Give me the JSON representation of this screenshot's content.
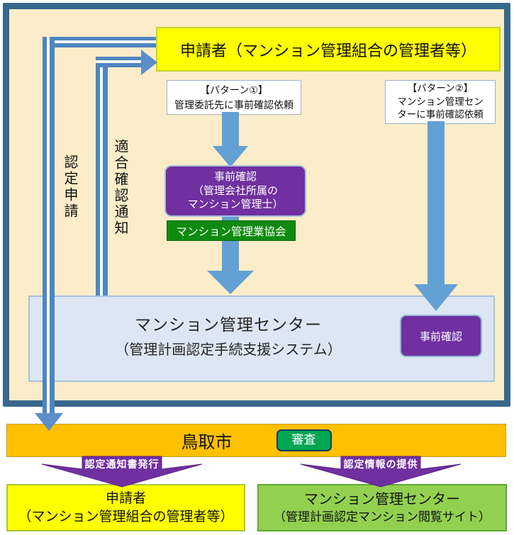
{
  "diagram": {
    "applicant_top": "申請者（マンション管理組合の管理者等）",
    "pattern1": {
      "title": "【パターン①】",
      "desc": "管理委託先に事前確認依頼"
    },
    "pattern2": {
      "title": "【パターン②】",
      "desc1": "マンション管理セン",
      "desc2": "ターに事前確認依頼"
    },
    "precheck_company": {
      "line1": "事前確認",
      "line2": "（管理会社所属の",
      "line3": "マンション管理士）"
    },
    "association": "マンション管理業協会",
    "center": {
      "title": "マンション管理センター",
      "subtitle": "（管理計画認定手続支援システム）",
      "precheck": "事前確認"
    },
    "flow_labels": {
      "application": "認定申請",
      "conformity_notice": "適合確認通知"
    }
  },
  "city": {
    "name": "鳥取市",
    "review": "審査"
  },
  "outputs": {
    "notice_arrow": "認定通知書発行",
    "info_arrow": "認定情報の提供",
    "applicant_bottom": {
      "line1": "申請者",
      "line2": "（マンション管理組合の管理者等）"
    },
    "center_bottom": {
      "line1": "マンション管理センター",
      "line2": "（管理計画認定マンション閲覧サイト）"
    }
  },
  "colors": {
    "frame_border": "#38688C",
    "frame_fill": "#FBEDC9",
    "highlight_yellow": "#FFFF00",
    "purple": "#7030A0",
    "association_green": "#0E8B0E",
    "center_blue_fill": "#DCE7F3",
    "city_orange": "#FFC000",
    "review_green": "#00A651",
    "bottom_green": "#92D050",
    "connector_blue": "#4F86BF",
    "arrow_blue": "#63A0D4"
  }
}
